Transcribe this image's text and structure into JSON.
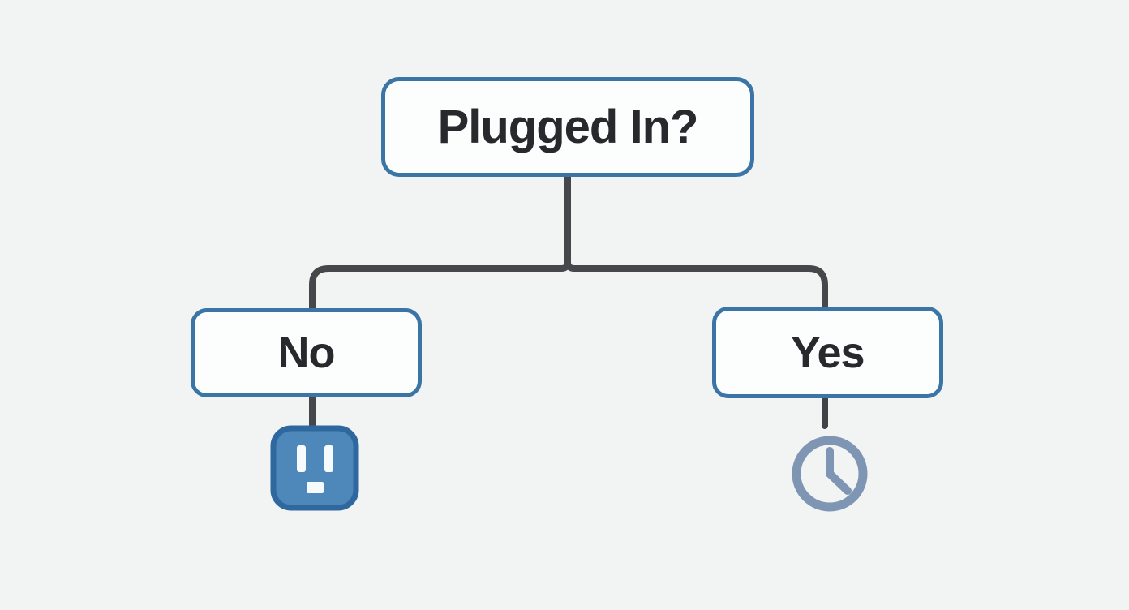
{
  "diagram": {
    "type": "decision-flowchart",
    "root_node": {
      "label": "Plugged In?"
    },
    "branches": {
      "left": {
        "label": "No",
        "icon": "power-outlet-icon"
      },
      "right": {
        "label": "Yes",
        "icon": "clock-icon"
      }
    },
    "colors": {
      "background": "#f2f3f3",
      "node_fill": "#fcfdfd",
      "node_border_blue": "#3a75a6",
      "connector_gray": "#45474b",
      "outlet_fill": "#4e87ba",
      "outlet_border": "#2e689f",
      "outlet_slots": "#f7fafc",
      "clock_stroke": "#7e96b4",
      "text": "#27292c"
    }
  }
}
